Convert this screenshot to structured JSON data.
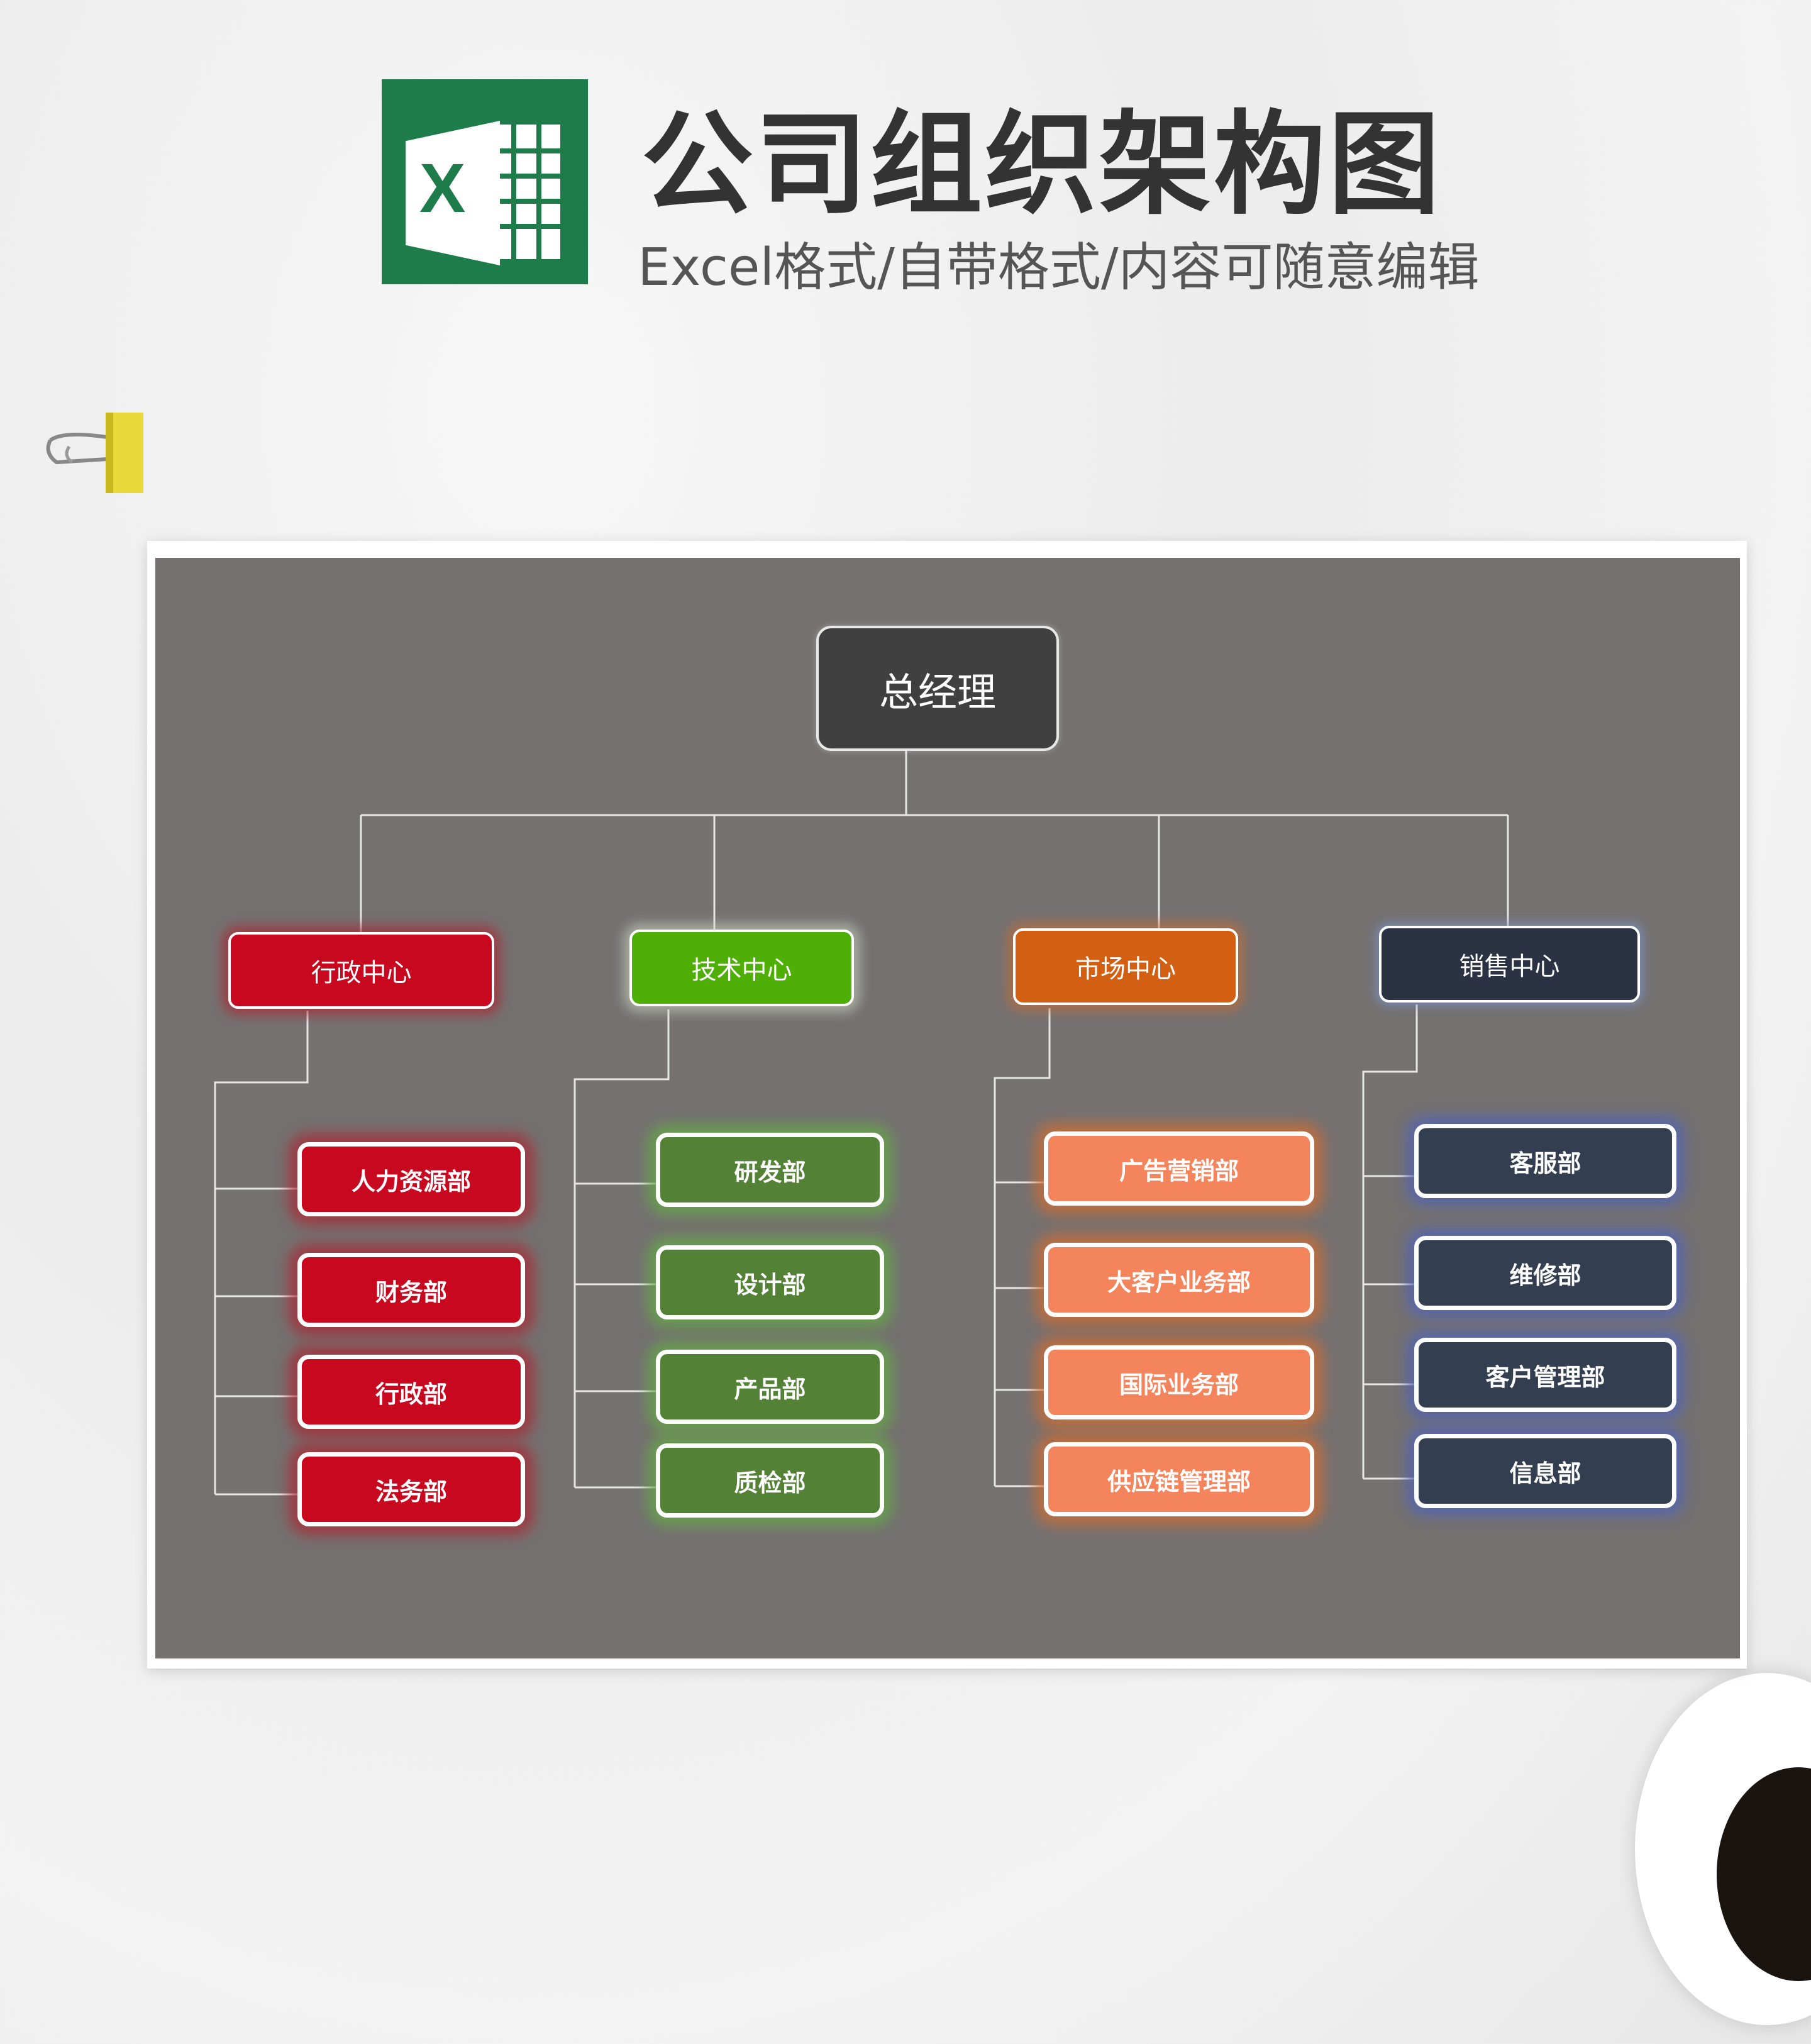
{
  "header": {
    "title": "公司组织架构图",
    "subtitle": "Excel格式/自带格式/内容可随意编辑",
    "logo_letter": "X",
    "logo_icon": "excel-icon"
  },
  "colors": {
    "panel": "#757171",
    "root": "#404040",
    "red": "#C8081F",
    "green_center": "#4FAF06",
    "green_dept": "#538135",
    "orange_center": "#D25F12",
    "orange_dept": "#F4845C",
    "navy_center": "#2B3243",
    "navy_dept": "#333F50"
  },
  "chart": {
    "root": "总经理",
    "groups": [
      {
        "label": "行政中心",
        "children": [
          "人力资源部",
          "财务部",
          "行政部",
          "法务部"
        ]
      },
      {
        "label": "技术中心",
        "children": [
          "研发部",
          "设计部",
          "产品部",
          "质检部"
        ]
      },
      {
        "label": "市场中心",
        "children": [
          "广告营销部",
          "大客户业务部",
          "国际业务部",
          "供应链管理部"
        ]
      },
      {
        "label": "销售中心",
        "children": [
          "客服部",
          "维修部",
          "客户管理部",
          "信息部"
        ]
      }
    ]
  }
}
